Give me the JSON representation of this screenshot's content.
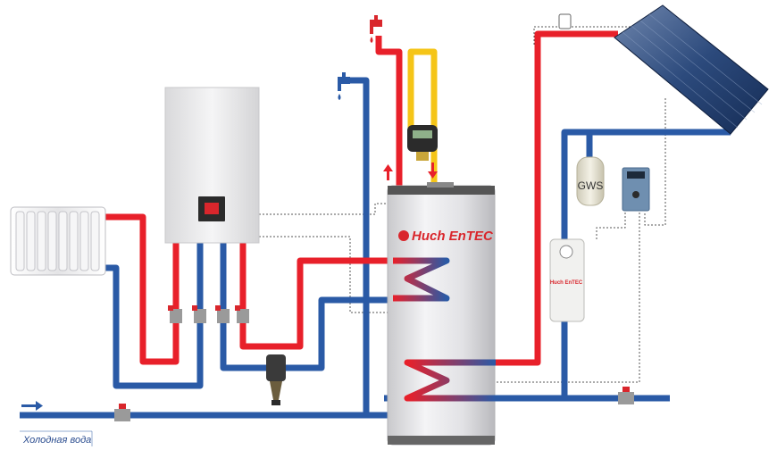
{
  "labels": {
    "boiler_brand": "Huch EnTEC",
    "tank_brand": "Huch EnTEC",
    "expansion_vessel": "GWS",
    "cold_water": "Холодная вода"
  },
  "colors": {
    "hot_pipe": "#e8202a",
    "cold_pipe": "#2a5aa6",
    "yellow_pipe": "#f5c518",
    "control_line": "#555555",
    "tank_body": "#e6e6e8",
    "boiler_body": "#ececec",
    "solar_panel": "#1f3f73"
  }
}
